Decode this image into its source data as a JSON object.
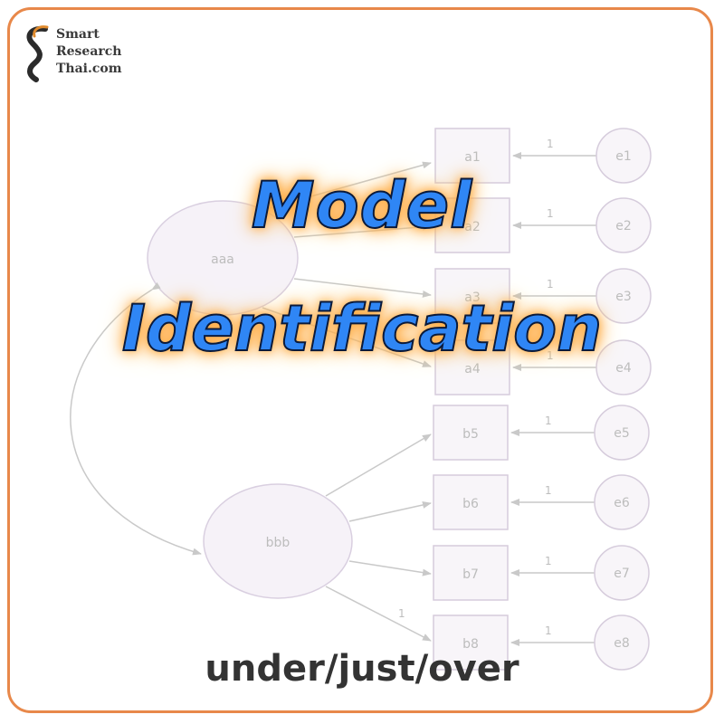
{
  "logo": {
    "line1": "Smart",
    "line2": "Research",
    "line3": "Thai.com"
  },
  "title": {
    "line1": "Model",
    "line2": "Identification"
  },
  "subtitle": "under/just/over",
  "diagram": {
    "latents": [
      "aaa",
      "bbb"
    ],
    "indicators": [
      "a1",
      "a2",
      "a3",
      "a4",
      "b5",
      "b6",
      "b7",
      "b8"
    ],
    "errors": [
      "e1",
      "e2",
      "e3",
      "e4",
      "e5",
      "e6",
      "e7",
      "e8"
    ],
    "error_path_label": "1",
    "fixed_loading_label": "1"
  },
  "colors": {
    "frame": "#e8884a",
    "title_fill": "#2f86f5",
    "title_glow": "#ff9b2e",
    "diagram_stroke": "#cfc4d6"
  }
}
